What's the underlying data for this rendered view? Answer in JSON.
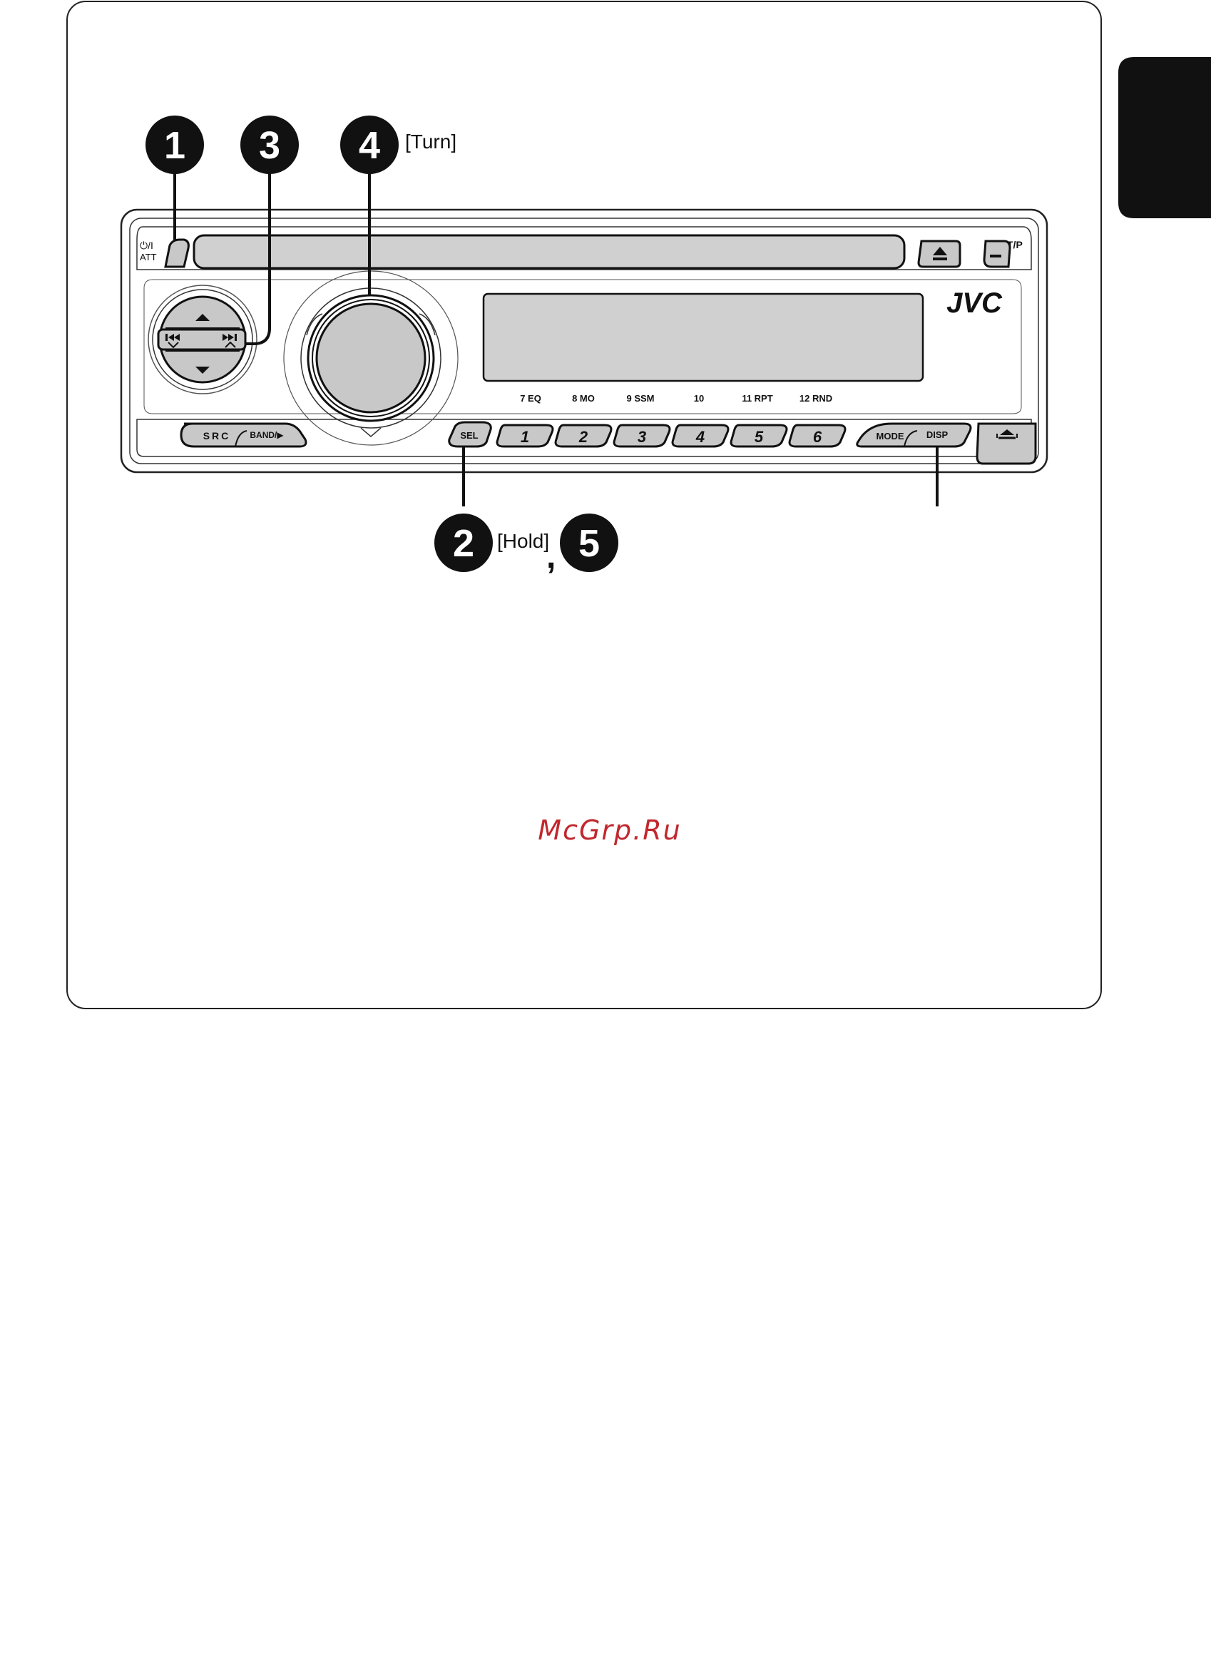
{
  "callouts": {
    "c1": "1",
    "c2": "2",
    "c3": "3",
    "c4": "4",
    "c5": "5",
    "turn_label": "[Turn]",
    "hold_label": "[Hold]",
    "comma": ","
  },
  "radio": {
    "brand": "JVC",
    "power_label_top": "⏻/I",
    "power_label_bottom": "ATT",
    "tp_label": "T/P",
    "src_label": "SRC",
    "band_label": "BAND/▶",
    "sel_label": "SEL",
    "mode_label": "MODE",
    "disp_label": "DISP",
    "preset_buttons": [
      "1",
      "2",
      "3",
      "4",
      "5",
      "6"
    ],
    "preset_sublabels": [
      "7  EQ",
      "8  MO",
      "9  SSM",
      "10",
      "11  RPT",
      "12  RND"
    ]
  },
  "watermark": "McGrp.Ru",
  "colors": {
    "panel_gray": "#d0d0d0",
    "button_gray": "#c8c8c8",
    "watermark_red": "#c0282d",
    "tab_black": "#111111"
  }
}
